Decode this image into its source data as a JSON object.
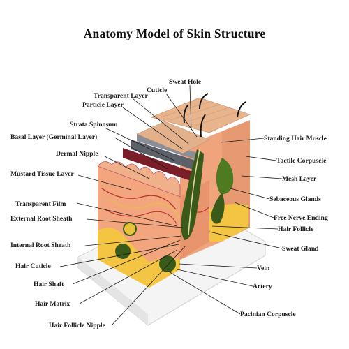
{
  "title": "Anatomy Model of Skin Structure",
  "labels": {
    "sweat_hole": "Sweat Hole",
    "cuticle": "Cuticle",
    "transparent_layer": "Transparent Layer",
    "particle_layer": "Particle Layer",
    "strata_spinosum": "Strata Spinosum",
    "basal_layer": "Basal Layer (Germinal Layer)",
    "dermal_nipple": "Dermal Nipple",
    "mustard_tissue_layer": "Mustard Tissue Layer",
    "transparent_film": "Transparent Film",
    "external_root_sheath": "External Root Sheath",
    "internal_root_sheath": "Internal Root Sheath",
    "hair_cuticle": "Hair Cuticle",
    "hair_shaft": "Hair Shaft",
    "hair_matrix": "Hair Matrix",
    "hair_follicle_nipple": "Hair Follicle Nipple",
    "standing_hair_muscle": "Standing Hair Muscle",
    "tactile_corpuscle": "Tactile Corpuscle",
    "mesh_layer": "Mesh Layer",
    "sebaceous_glands": "Sebaceous Glands",
    "free_nerve_ending": "Free Nerve Ending",
    "hair_follicle": "Hair Follicle",
    "sweat_gland": "Sweat Gland",
    "vein": "Vein",
    "artery": "Artery",
    "pacinian_corpuscle": "Pacinian Corpuscle"
  },
  "colors": {
    "dermis": "#f2a27a",
    "epidermis": "#d9a07a",
    "basal_band": "#7a1f2a",
    "strata_band": "#5a5a5a",
    "fat": "#f4c542",
    "hair_follicle": "#3a5a1a",
    "base": "#f2f2f2",
    "vessel_red": "#b5302a",
    "nerve_yellow": "#e8c23a"
  }
}
